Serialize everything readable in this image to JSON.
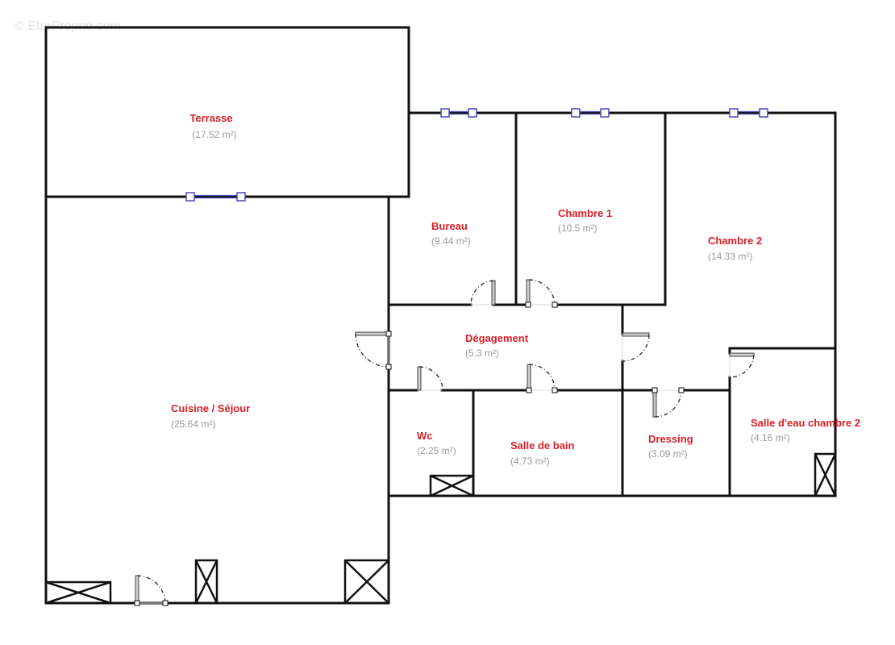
{
  "watermark": "© EtreProprio.com",
  "colors": {
    "room_name": "#d9202a",
    "room_area": "#999999",
    "wall": "#111111",
    "window": "#4a4ab8"
  },
  "rooms": [
    {
      "name": "Terrasse",
      "area": "(17.52 m²)"
    },
    {
      "name": "Bureau",
      "area": "(9.44 m²)"
    },
    {
      "name": "Chambre 1",
      "area": "(10.5 m²)"
    },
    {
      "name": "Chambre 2",
      "area": "(14.33 m²)"
    },
    {
      "name": "Dégagement",
      "area": "(5.3 m²)"
    },
    {
      "name": "Cuisine / Séjour",
      "area": "(25.64 m²)"
    },
    {
      "name": "Wc",
      "area": "(2.25 m²)"
    },
    {
      "name": "Salle de bain",
      "area": "(4.73 m²)"
    },
    {
      "name": "Dressing",
      "area": "(3.09 m²)"
    },
    {
      "name": "Salle d'eau chambre 2",
      "area": "(4.16 m²)"
    }
  ]
}
